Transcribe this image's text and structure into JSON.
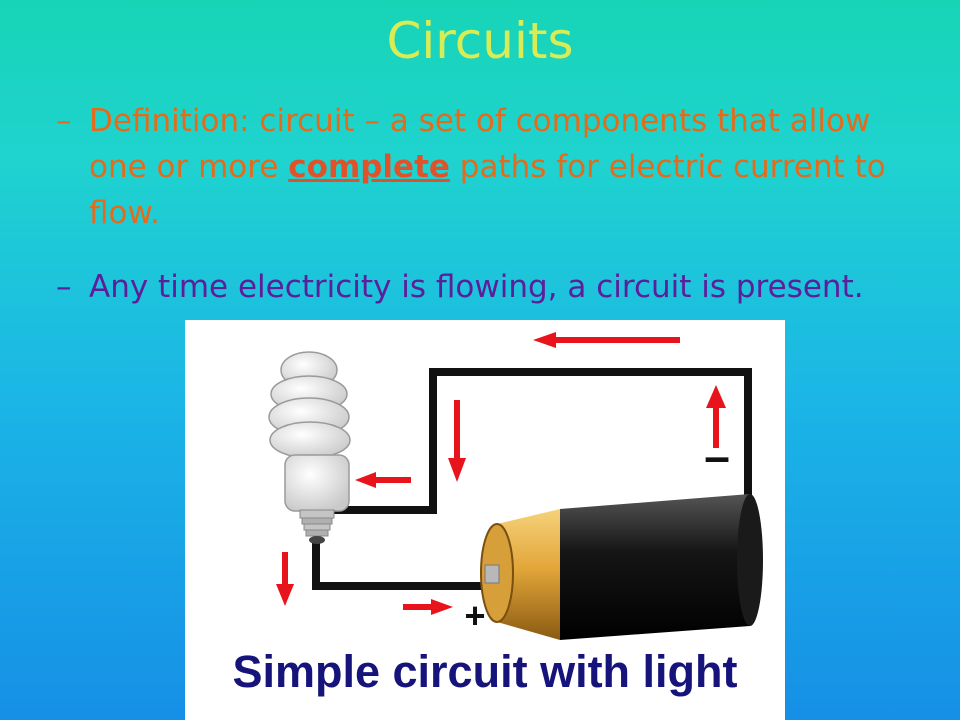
{
  "slide": {
    "title": "Circuits",
    "bullet1": {
      "dash": "–",
      "before": "Definition: circuit – a set of components that allow one or more ",
      "emphasis": "complete",
      "after": " paths for electric current to flow."
    },
    "bullet2": {
      "dash": "–",
      "text": "Any time electricity is flowing, a circuit is present."
    }
  },
  "figure": {
    "caption": "Simple circuit with light",
    "plus_label": "+",
    "minus_label": "–",
    "colors": {
      "wire": "#111111",
      "arrow": "#e8141b",
      "battery_gold": "#e2a63a",
      "battery_black": "#151515",
      "caption": "#16147a"
    },
    "icons": [
      "light-bulb-icon",
      "battery-icon",
      "current-arrow-icon"
    ]
  }
}
